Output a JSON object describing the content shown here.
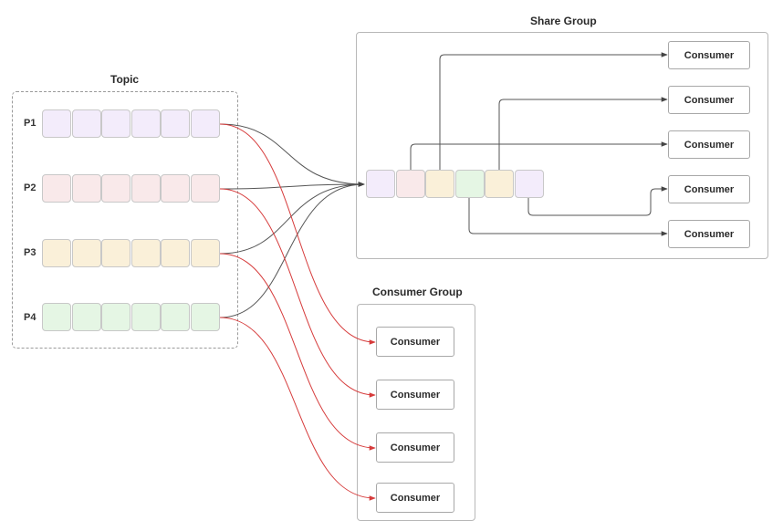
{
  "topic": {
    "title": "Topic",
    "partitions": [
      {
        "label": "P1",
        "color": "#f3ecfb"
      },
      {
        "label": "P2",
        "color": "#f9e9ea"
      },
      {
        "label": "P3",
        "color": "#faf0d9"
      },
      {
        "label": "P4",
        "color": "#e5f6e4"
      }
    ]
  },
  "share_group": {
    "title": "Share Group",
    "queue_colors": [
      "#f3ecfb",
      "#f9e9ea",
      "#faf0d9",
      "#e5f6e4",
      "#faf0d9",
      "#f3ecfb"
    ],
    "consumers": [
      "Consumer",
      "Consumer",
      "Consumer",
      "Consumer",
      "Consumer"
    ]
  },
  "consumer_group": {
    "title": "Consumer Group",
    "consumers": [
      "Consumer",
      "Consumer",
      "Consumer",
      "Consumer"
    ]
  },
  "colors": {
    "share_arrow": "#555555",
    "consumer_arrow": "#d63b3b",
    "internal_arrow": "#555555"
  }
}
